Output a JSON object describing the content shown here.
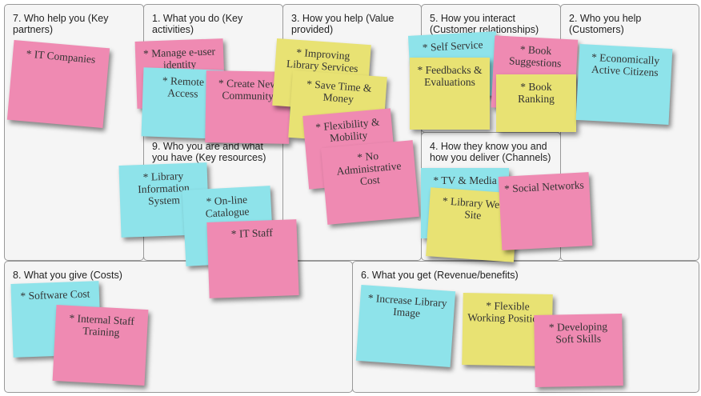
{
  "panels": {
    "p7": "7. Who help you (Key partners)",
    "p1": "1. What you do (Key activities)",
    "p9": "9. Who you are and what you have (Key resources)",
    "p3": "3. How you help (Value provided)",
    "p5": "5. How you interact (Customer relationships)",
    "p4": "4. How they know you and how you deliver (Channels)",
    "p2": "2. Who you help (Customers)",
    "p8": "8. What you give (Costs)",
    "p6": "6. What you get (Revenue/benefits)"
  },
  "colors": {
    "pink": "#ef8ab2",
    "cyan": "#8ee3ea",
    "yellow": "#e8e273"
  },
  "notes": [
    {
      "text": "* IT Companies",
      "color": "pink"
    },
    {
      "text": "* Manage e-user identity",
      "color": "pink"
    },
    {
      "text": "* Remote Access",
      "color": "cyan"
    },
    {
      "text": "* Create New Community",
      "color": "pink"
    },
    {
      "text": "* Improving Library Services",
      "color": "yellow"
    },
    {
      "text": "* Save Time & Money",
      "color": "yellow"
    },
    {
      "text": "* Flexibility & Mobility",
      "color": "pink"
    },
    {
      "text": "* No Administrative Cost",
      "color": "pink"
    },
    {
      "text": "* Library Information System",
      "color": "cyan"
    },
    {
      "text": "* On-line Catalogue",
      "color": "cyan"
    },
    {
      "text": "* IT Staff",
      "color": "pink"
    },
    {
      "text": "* Self Service",
      "color": "cyan"
    },
    {
      "text": "* Feedbacks & Evaluations",
      "color": "yellow"
    },
    {
      "text": "* Book Suggestions",
      "color": "pink"
    },
    {
      "text": "* Book Ranking",
      "color": "yellow"
    },
    {
      "text": "* Economically Active Citizens",
      "color": "cyan"
    },
    {
      "text": "* TV & Media",
      "color": "cyan"
    },
    {
      "text": "* Library Web Site",
      "color": "yellow"
    },
    {
      "text": "* Social Networks",
      "color": "pink"
    },
    {
      "text": "* Software Cost",
      "color": "cyan"
    },
    {
      "text": "* Internal Staff Training",
      "color": "pink"
    },
    {
      "text": "* Increase Library Image",
      "color": "cyan"
    },
    {
      "text": "* Flexible Working Positions",
      "color": "yellow"
    },
    {
      "text": "* Developing Soft Skills",
      "color": "pink"
    }
  ]
}
